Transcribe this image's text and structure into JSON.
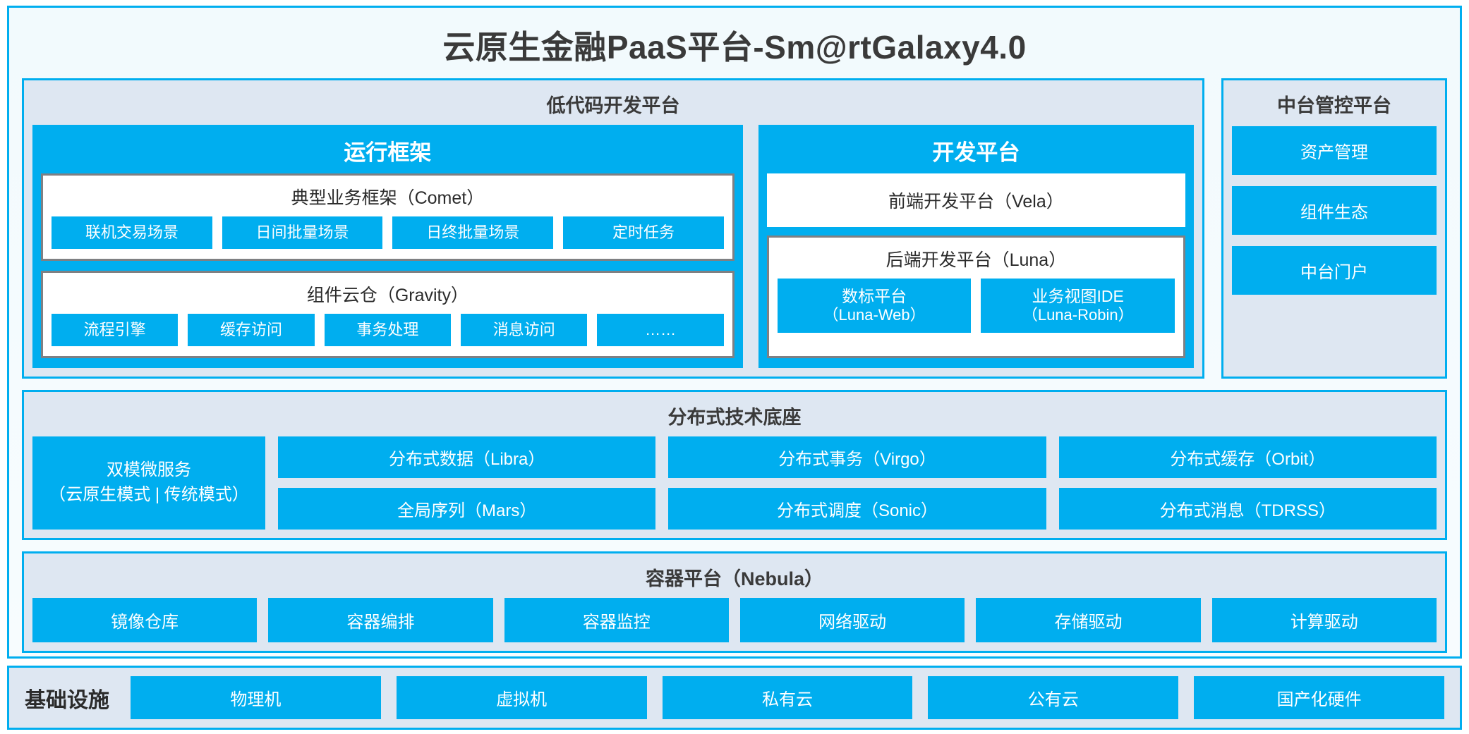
{
  "colors": {
    "accent": "#00AEEF",
    "panel_bg": "#DEE7F2",
    "frame_bg": "#F4FAFD",
    "box_border": "#7F8083",
    "text_dark": "#3A3A3A"
  },
  "title": "云原生金融PaaS平台-Sm@rtGalaxy4.0",
  "lowcode": {
    "title": "低代码开发平台",
    "runtime": {
      "title": "运行框架",
      "comet": {
        "title": "典型业务框架（Comet）",
        "items": [
          "联机交易场景",
          "日间批量场景",
          "日终批量场景",
          "定时任务"
        ]
      },
      "gravity": {
        "title": "组件云仓（Gravity）",
        "items": [
          "流程引擎",
          "缓存访问",
          "事务处理",
          "消息访问",
          "……"
        ]
      }
    },
    "devplatform": {
      "title": "开发平台",
      "frontend": "前端开发平台（Vela）",
      "backend": {
        "title": "后端开发平台（Luna）",
        "items": [
          {
            "name": "数标平台",
            "sub": "（Luna-Web）"
          },
          {
            "name": "业务视图IDE",
            "sub": "（Luna-Robin）"
          }
        ]
      }
    }
  },
  "console": {
    "title": "中台管控平台",
    "items": [
      "资产管理",
      "组件生态",
      "中台门户"
    ]
  },
  "distributed": {
    "title": "分布式技术底座",
    "wide": {
      "line1": "双模微服务",
      "line2": "（云原生模式 | 传统模式）"
    },
    "columns": [
      [
        "分布式数据（Libra）",
        "全局序列（Mars）"
      ],
      [
        "分布式事务（Virgo）",
        "分布式调度（Sonic）"
      ],
      [
        "分布式缓存（Orbit）",
        "分布式消息（TDRSS）"
      ]
    ]
  },
  "container": {
    "title": "容器平台（Nebula）",
    "items": [
      "镜像仓库",
      "容器编排",
      "容器监控",
      "网络驱动",
      "存储驱动",
      "计算驱动"
    ]
  },
  "infrastructure": {
    "label": "基础设施",
    "items": [
      "物理机",
      "虚拟机",
      "私有云",
      "公有云",
      "国产化硬件"
    ]
  }
}
